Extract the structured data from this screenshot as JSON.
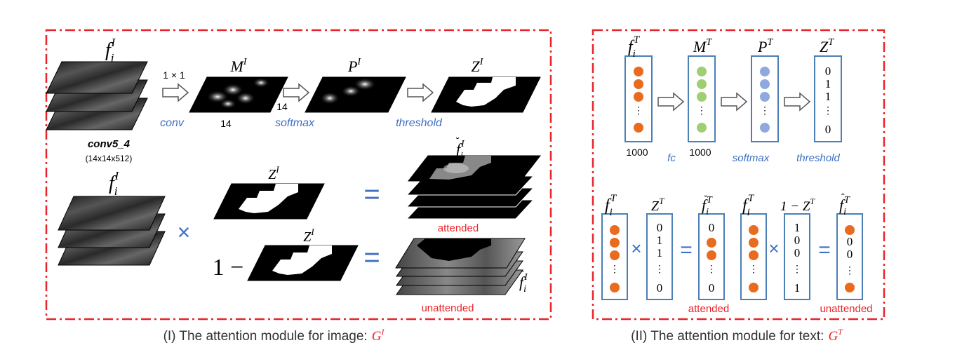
{
  "panel1": {
    "caption": "(I) The attention module for image:",
    "caption_symbol": "G",
    "caption_sup": "I",
    "feature_label": "f",
    "feature_sub": "i",
    "feature_sup": "I",
    "layer_name": "conv5_4",
    "layer_shape": "(14x14x512)",
    "kernel_label": "1 × 1",
    "conv_label": "conv",
    "softmax_label": "softmax",
    "threshold_label": "threshold",
    "dim_width": "14",
    "dim_height": "14",
    "map_M": "M",
    "map_P": "P",
    "map_Z": "Z",
    "map_sup": "I",
    "times_symbol": "×",
    "equals_symbol": "=",
    "one_minus": "1 −",
    "attended_label": "attended",
    "unattended_label": "unattended"
  },
  "panel2": {
    "caption": "(II) The attention module for text:",
    "caption_symbol": "G",
    "caption_sup": "T",
    "vec_f": "f",
    "vec_sub": "i",
    "vec_sup": "T",
    "vec_M": "M",
    "vec_P": "P",
    "vec_Z": "Z",
    "dim_f": "1000",
    "dim_M": "1000",
    "fc_label": "fc",
    "softmax_label": "softmax",
    "threshold_label": "threshold",
    "z_values": [
      "0",
      "1",
      "1",
      "⋮",
      "0"
    ],
    "z_bottom_values": [
      "0",
      "1",
      "1",
      "⋮",
      "0"
    ],
    "att_values": [
      "0",
      "⋮",
      "0"
    ],
    "one_minus_z": "1 − Z",
    "inv_values": [
      "1",
      "0",
      "0",
      "⋮",
      "1"
    ],
    "unatt_values": [
      "0",
      "0",
      "⋮"
    ],
    "times_symbol": "×",
    "equals_symbol": "=",
    "attended_label": "attended",
    "unattended_label": "unattended"
  },
  "colors": {
    "frame": "#e8252a",
    "orange": "#e86b1f",
    "green": "#9fcf73",
    "blue_dot": "#8fa9df",
    "vector_border": "#4b7fb6",
    "blue_text": "#3d6fc2"
  }
}
